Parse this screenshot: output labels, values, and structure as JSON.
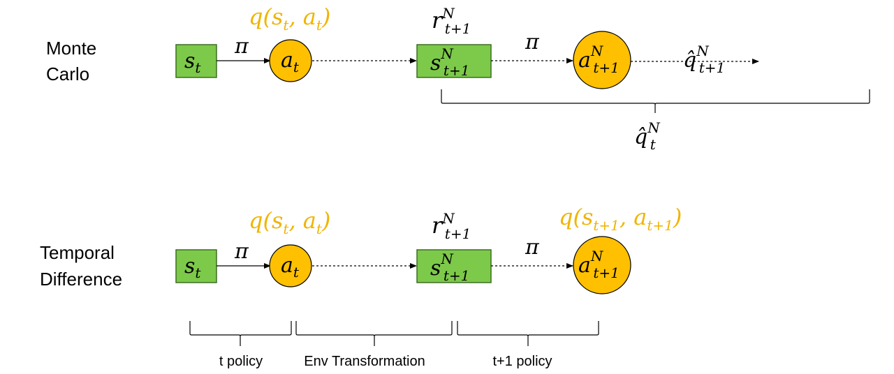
{
  "colors": {
    "state_fill": "#7dc94a",
    "action_fill": "#fec000",
    "q_text": "#f0b400",
    "text": "#000000"
  },
  "monte_carlo": {
    "label_line1": "Monte",
    "label_line2": "Carlo",
    "q_label": "q(s_t, a_t)",
    "q_base": "q(",
    "q_s": "s",
    "q_s_sub": "t",
    "q_comma": ", ",
    "q_a": "a",
    "q_a_sub": "t",
    "q_close": ")",
    "state1": "s",
    "state1_sub": "t",
    "pi1": "π",
    "action1": "a",
    "action1_sub": "t",
    "reward": "r",
    "reward_sup": "N",
    "reward_sub": "t+1",
    "state2": "s",
    "state2_sup": "N",
    "state2_sub": "t+1",
    "pi2": "π",
    "action2": "a",
    "action2_sup": "N",
    "action2_sub": "t+1",
    "qhat_next": "q̂",
    "qhat_next_sup": "N",
    "qhat_next_sub": "t+1",
    "qhat": "q̂",
    "qhat_sup": "N",
    "qhat_sub": "t"
  },
  "temporal_difference": {
    "label_line1": "Temporal",
    "label_line2": "Difference",
    "q_base": "q(",
    "q_s": "s",
    "q_s_sub": "t",
    "q_comma": ", ",
    "q_a": "a",
    "q_a_sub": "t",
    "q_close": ")",
    "q2_base": "q(",
    "q2_s": "s",
    "q2_s_sub": "t+1",
    "q2_comma": ", ",
    "q2_a": "a",
    "q2_a_sub": "t+1",
    "q2_close": ")",
    "state1": "s",
    "state1_sub": "t",
    "pi1": "π",
    "action1": "a",
    "action1_sub": "t",
    "reward": "r",
    "reward_sup": "N",
    "reward_sub": "t+1",
    "state2": "s",
    "state2_sup": "N",
    "state2_sub": "t+1",
    "pi2": "π",
    "action2": "a",
    "action2_sup": "N",
    "action2_sub": "t+1"
  },
  "brace_labels": {
    "t_policy": "t policy",
    "env_transformation": "Env Transformation",
    "t1_policy": "t+1 policy"
  }
}
